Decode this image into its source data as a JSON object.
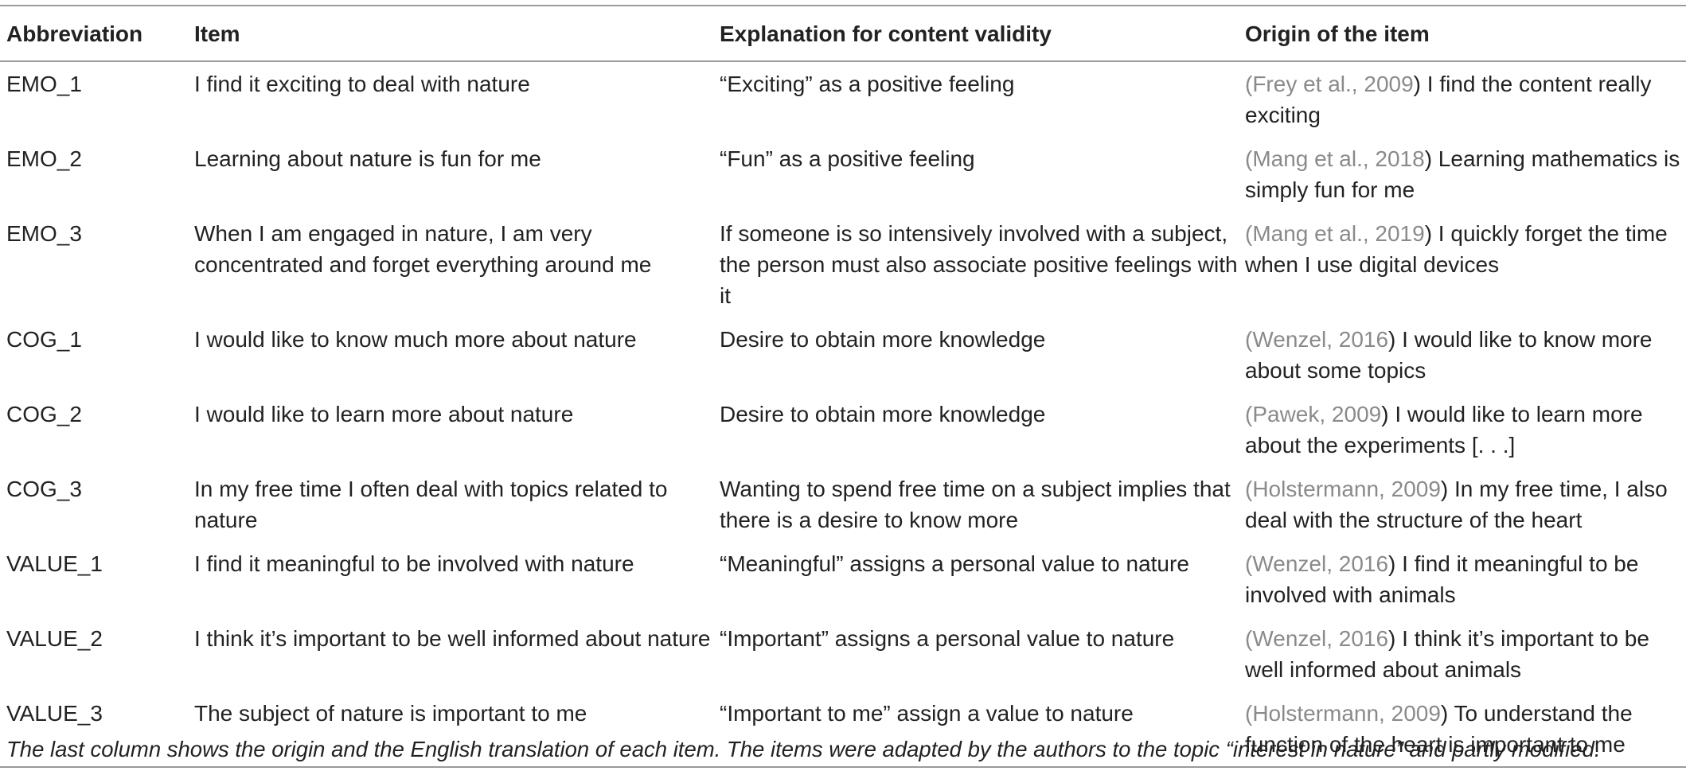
{
  "table": {
    "headers": [
      "Abbreviation",
      "Item",
      "Explanation for content validity",
      "Origin of the item"
    ],
    "rows": [
      {
        "abbreviation": "EMO_1",
        "item": "I find it exciting to deal with nature",
        "explanation": "“Exciting” as a positive feeling",
        "origin_open": "(",
        "origin_cite": "Frey et al., 2009",
        "origin_text": ") I find the content really exciting"
      },
      {
        "abbreviation": "EMO_2",
        "item": "Learning about nature is fun for me",
        "explanation": "“Fun” as a positive feeling",
        "origin_open": "(",
        "origin_cite": "Mang et al., 2018",
        "origin_text": ") Learning mathematics is simply fun for me"
      },
      {
        "abbreviation": "EMO_3",
        "item": "When I am engaged in nature, I am very concentrated and forget everything around me",
        "explanation": "If someone is so intensively involved with a subject, the person must also associate positive feelings with it",
        "origin_open": "(",
        "origin_cite": "Mang et al., 2019",
        "origin_text": ") I quickly forget the time when I use digital devices"
      },
      {
        "abbreviation": "COG_1",
        "item": "I would like to know much more about nature",
        "explanation": "Desire to obtain more knowledge",
        "origin_open": "(",
        "origin_cite": "Wenzel, 2016",
        "origin_text": ") I would like to know more about some topics"
      },
      {
        "abbreviation": "COG_2",
        "item": "I would like to learn more about nature",
        "explanation": "Desire to obtain more knowledge",
        "origin_open": "(",
        "origin_cite": "Pawek, 2009",
        "origin_text": ") I would like to learn more about the experiments [. . .]"
      },
      {
        "abbreviation": "COG_3",
        "item": "In my free time I often deal with topics related to nature",
        "explanation": "Wanting to spend free time on a subject implies that there is a desire to know more",
        "origin_open": "(",
        "origin_cite": "Holstermann, 2009",
        "origin_text": ") In my free time, I also deal with the structure of the heart"
      },
      {
        "abbreviation": "VALUE_1",
        "item": "I find it meaningful to be involved with nature",
        "explanation": "“Meaningful” assigns a personal value to nature",
        "origin_open": "(",
        "origin_cite": "Wenzel, 2016",
        "origin_text": ") I find it meaningful to be involved with animals"
      },
      {
        "abbreviation": "VALUE_2",
        "item": "I think it’s important to be well informed about nature",
        "explanation": "“Important” assigns a personal value to nature",
        "origin_open": "(",
        "origin_cite": "Wenzel, 2016",
        "origin_text": ") I think it’s important to be well informed about animals"
      },
      {
        "abbreviation": "VALUE_3",
        "item": "The subject of nature is important to me",
        "explanation": "“Important to me” assign a value to nature",
        "origin_open": "(",
        "origin_cite": "Holstermann, 2009",
        "origin_text": ") To understand the function of the heart is important to me"
      }
    ]
  },
  "footnote": "The last column shows the origin and the English translation of each item. The items were adapted by the authors to the topic “interest in nature” and partly modified.",
  "colors": {
    "text": "#222222",
    "citation": "#8a8a8a",
    "rule": "#9a9a9a"
  }
}
